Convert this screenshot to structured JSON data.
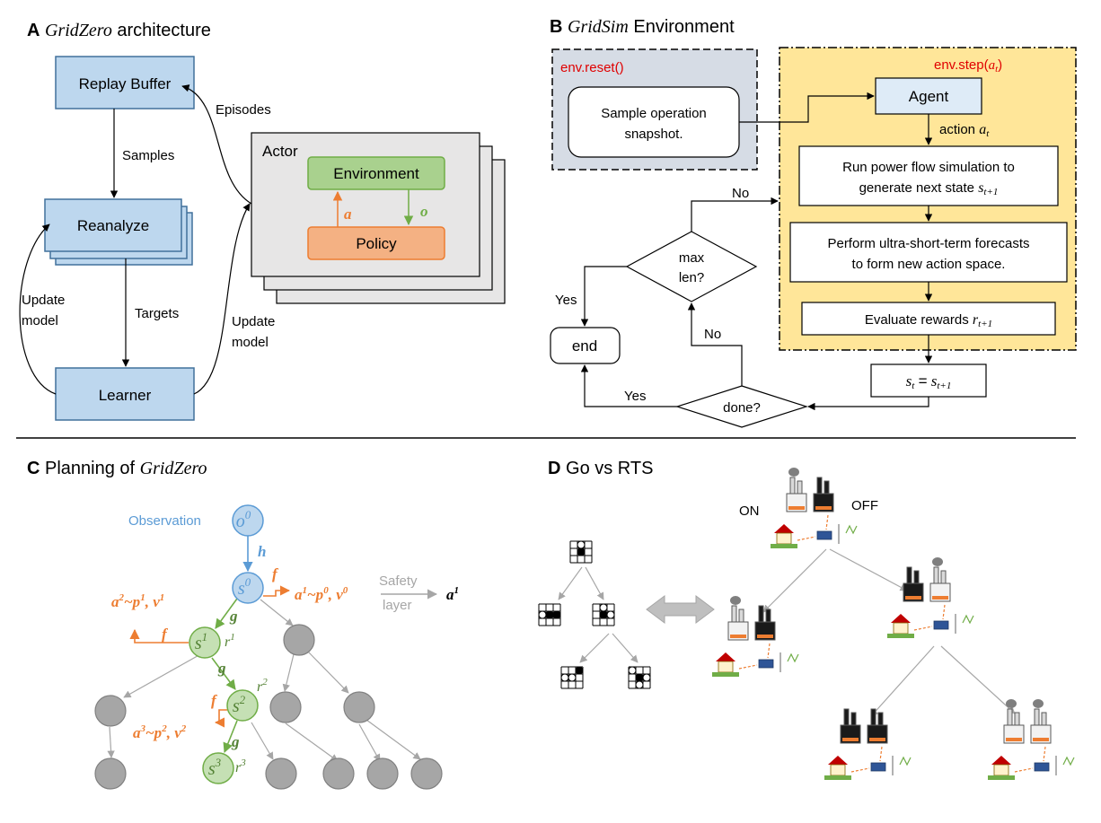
{
  "panelA": {
    "letter": "A",
    "title_italic": "GridZero",
    "title_rest": " architecture",
    "replay_buffer": "Replay Buffer",
    "reanalyze": "Reanalyze",
    "learner": "Learner",
    "actor": "Actor",
    "environment": "Environment",
    "policy": "Policy",
    "action_symbol": "a",
    "obs_symbol": "o",
    "episodes": "Episodes",
    "samples": "Samples",
    "targets": "Targets",
    "update_left_1": "Update",
    "update_left_2": "model",
    "update_right_1": "Update",
    "update_right_2": "model"
  },
  "panelB": {
    "letter": "B",
    "title_italic": "GridSim",
    "title_rest": " Environment",
    "env_reset": "env.reset()",
    "env_step": "env.step(",
    "env_step_arg": "a",
    "env_step_sub": "t",
    "env_step_close": ")",
    "sample_1": "Sample operation",
    "sample_2": "snapshot.",
    "agent": "Agent",
    "action_label": "action",
    "action_sym": "a",
    "action_sub": "t",
    "powerflow_1": "Run power flow simulation to",
    "powerflow_2": "generate next state",
    "powerflow_sym": "s",
    "powerflow_sub": "t+1",
    "forecast_1": "Perform ultra-short-term forecasts",
    "forecast_2": "to form new action space.",
    "reward_text": "Evaluate rewards",
    "reward_sym": "r",
    "reward_sub": "t+1",
    "update_lhs": "s",
    "update_lhs_sub": "t",
    "update_eq": "=",
    "update_rhs": "s",
    "update_rhs_sub": "t+1",
    "maxlen_1": "max",
    "maxlen_2": "len?",
    "done": "done?",
    "end": "end",
    "yes_top": "Yes",
    "no_top": "No",
    "no_mid": "No",
    "yes_bottom": "Yes"
  },
  "panelC": {
    "letter": "C",
    "title_rest": "Planning of ",
    "title_italic": "GridZero",
    "observation": "Observation",
    "o0": "o",
    "o0_sup": "0",
    "s0": "s",
    "s0_sup": "0",
    "s1": "s",
    "s1_sup": "1",
    "s2": "s",
    "s2_sup": "2",
    "s3": "s",
    "s3_sup": "3",
    "r1": "r",
    "r1_sup": "1",
    "r2": "r",
    "r2_sup": "2",
    "r3": "r",
    "r3_sup": "3",
    "h": "h",
    "f": "f",
    "g": "g",
    "a1_text": "a",
    "a1_rest": "~p",
    "a1_v": ", v",
    "a2_text": "a",
    "a3_text": "a",
    "safety_1": "Safety",
    "safety_2": "layer",
    "final_action": "a",
    "final_action_sup": "1"
  },
  "panelD": {
    "letter": "D",
    "title": "Go vs RTS",
    "on": "ON",
    "off": "OFF"
  },
  "colors": {
    "blue_box": "#bdd7ee",
    "blue_stroke": "#41719c",
    "green_box": "#a9d18e",
    "green_stroke": "#70ad47",
    "orange_box": "#f4b183",
    "orange_stroke": "#ed7d31",
    "yellow_panel": "#ffe699",
    "gray_panel": "#d6dce5",
    "node_gray": "#a6a6a6",
    "text_blue": "#5b9bd5",
    "text_red": "#e00000"
  }
}
